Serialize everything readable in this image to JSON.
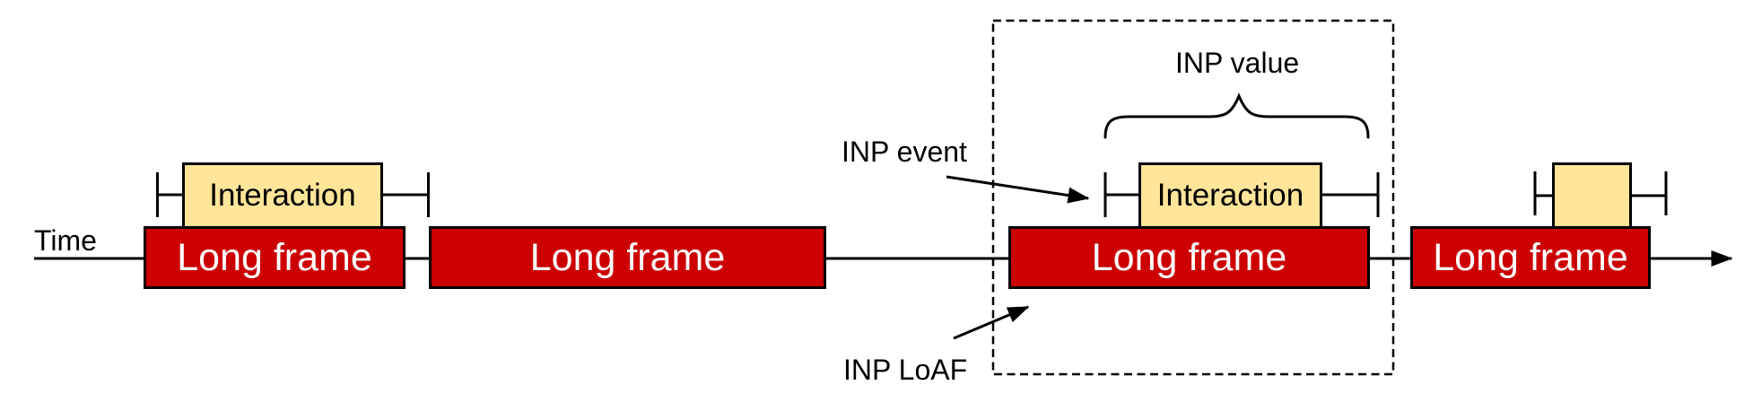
{
  "timeline": {
    "axis_label": "Time"
  },
  "frames": [
    {
      "label": "Long frame"
    },
    {
      "label": "Long frame"
    },
    {
      "label": "Long frame"
    },
    {
      "label": "Long frame"
    }
  ],
  "interactions": [
    {
      "label": "Interaction"
    },
    {
      "label": "Interaction"
    },
    {
      "label": ""
    }
  ],
  "annotations": {
    "inp_event": "INP event",
    "inp_value": "INP value",
    "inp_loaf": "INP LoAF"
  },
  "colors": {
    "long_frame_fill": "#cc0000",
    "long_frame_text": "#ffffff",
    "interaction_fill": "#ffe599",
    "stroke": "#000000",
    "label_text": "#000000"
  }
}
